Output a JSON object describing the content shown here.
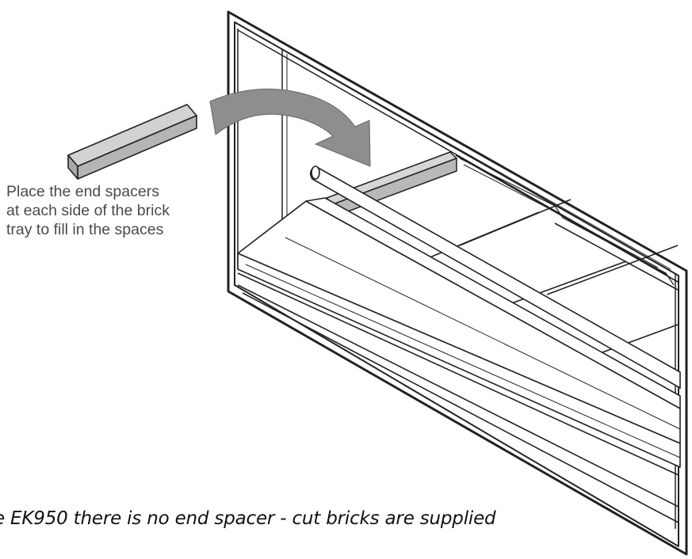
{
  "instruction": {
    "lines": [
      "Place the end spacers",
      "at each side of the brick",
      "tray to fill in the spaces"
    ]
  },
  "footnote": {
    "text": "e EK950 there is no end spacer - cut bricks are supplied"
  },
  "colors": {
    "line": "#222222",
    "spacer_fill": "#c9c9c9",
    "arrow_fill": "#8e8e8e",
    "text": "#4a4a4a"
  }
}
